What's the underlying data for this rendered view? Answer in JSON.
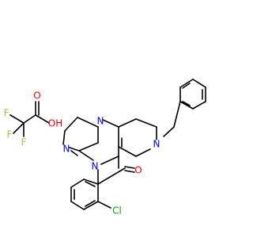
{
  "molecule": {
    "atoms": {
      "o_carbonyl": "O",
      "n_amine": "N",
      "n_fused_a": "N",
      "n_fused_b": "N",
      "n_benzyl": "N",
      "cl": "Cl",
      "f1": "F",
      "f2": "F",
      "f3": "F",
      "o_acid": "O",
      "oh": "OH"
    }
  },
  "colors": {
    "bond": "#000000",
    "nitrogen": "#0000ff",
    "oxygen": "#ff0000",
    "chlorine": "#00b000",
    "fluorine": "#9acd32"
  }
}
